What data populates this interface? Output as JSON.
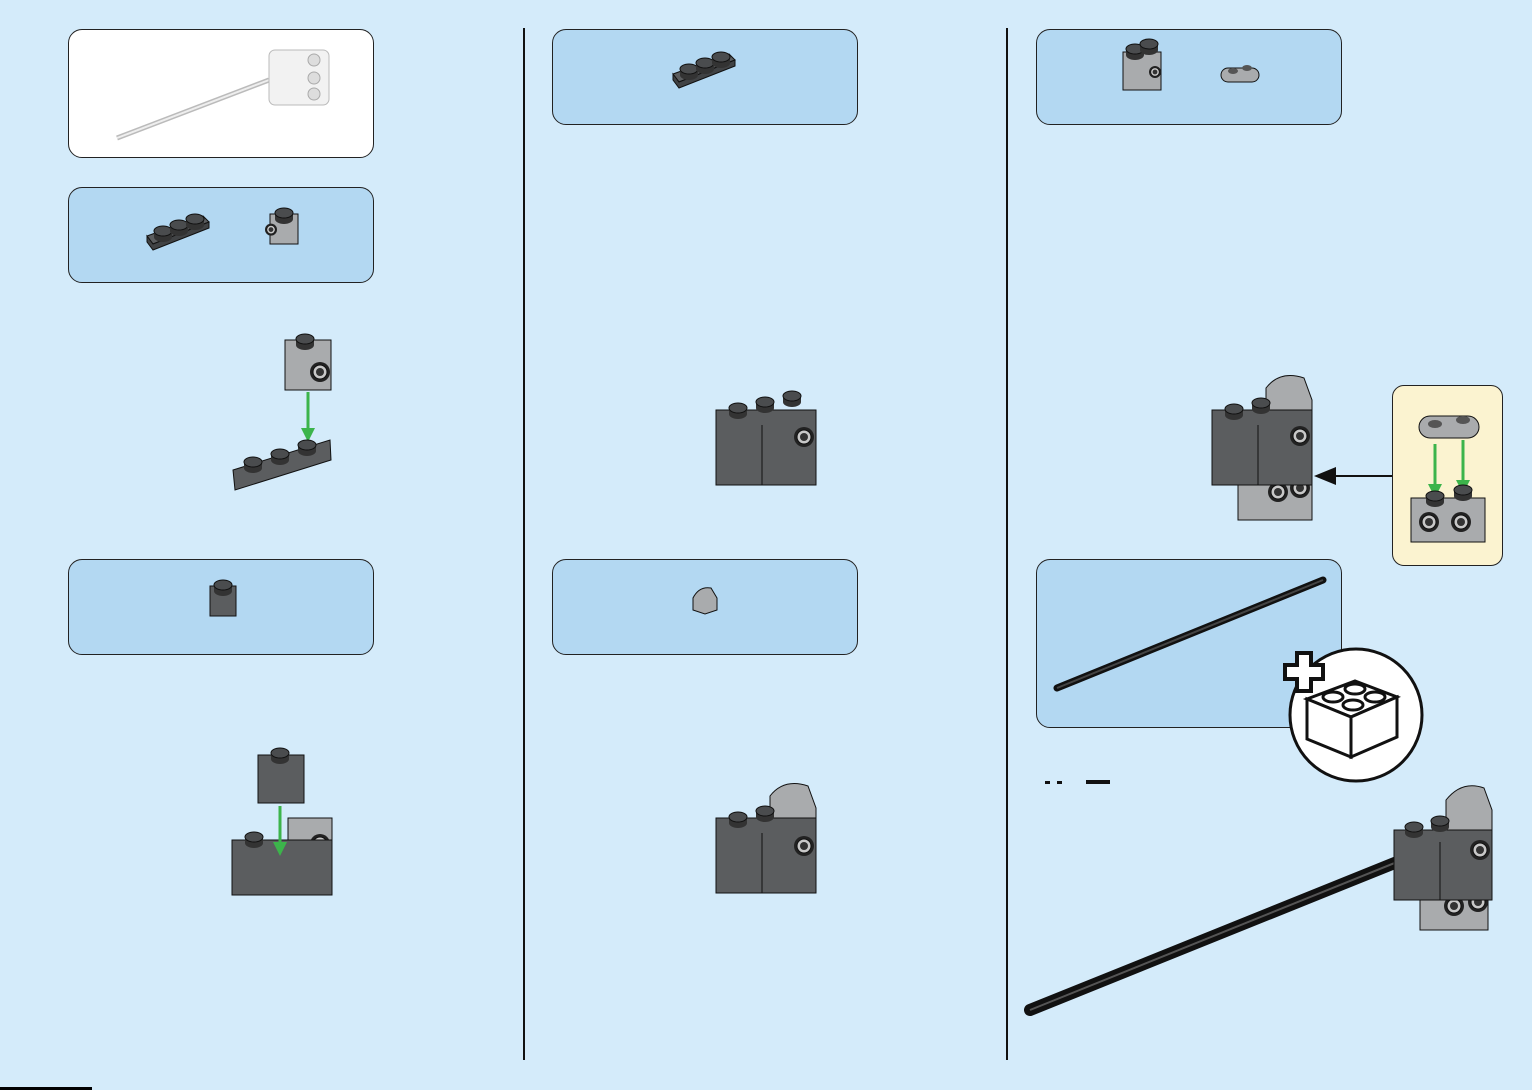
{
  "colors": {
    "background": "#d4ebfa",
    "parts_box": "#b3d8f2",
    "callout": "#fbf3d0",
    "dark_bluish_gray": "#5b5d5f",
    "light_bluish_gray": "#a9abad",
    "arrow_green": "#3cb44b"
  },
  "steps": [
    {
      "column": 1,
      "parts": [
        "plate-1x3-dark-gray",
        "brick-1x1-stud-side-light-gray"
      ]
    },
    {
      "column": 1,
      "parts": [
        "brick-1x1-dark-gray"
      ]
    },
    {
      "column": 2,
      "parts": [
        "plate-1x3-dark-gray"
      ]
    },
    {
      "column": 2,
      "parts": [
        "slope-curved-light-gray"
      ]
    },
    {
      "column": 3,
      "parts": [
        "brick-1x2-stud-side-light-gray",
        "plate-1x2-rounded-light-gray"
      ]
    },
    {
      "column": 3,
      "parts": [
        "bar-long-black"
      ]
    }
  ]
}
